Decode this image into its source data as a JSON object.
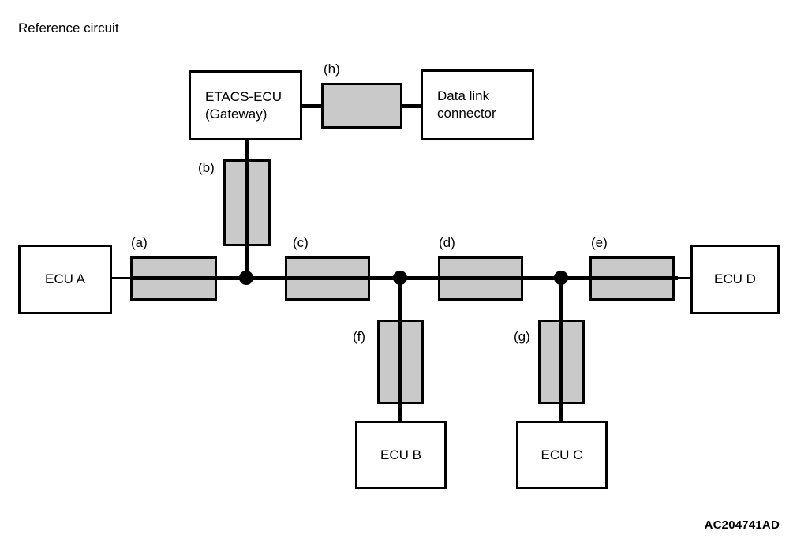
{
  "title": "Reference circuit",
  "watermark": "AC204741AD",
  "colors": {
    "shade_fill": "#c9c9c9",
    "line": "#000000",
    "background": "#ffffff"
  },
  "boxes": {
    "etacs_ecu": "ETACS-ECU\n(Gateway)",
    "data_link_connector": "Data link\nconnector",
    "ecu_a": "ECU A",
    "ecu_b": "ECU B",
    "ecu_c": "ECU C",
    "ecu_d": "ECU D"
  },
  "callouts": {
    "a": "(a)",
    "b": "(b)",
    "c": "(c)",
    "d": "(d)",
    "e": "(e)",
    "f": "(f)",
    "g": "(g)",
    "h": "(h)"
  },
  "diagram_data": {
    "type": "diagram",
    "description": "CAN bus reference circuit: ETACS-ECU gateway connects to data link connector and to a main bus trunk linking ECU A, ECU B, ECU C and ECU D through shaded harness segments (a)-(h).",
    "nodes": [
      {
        "id": "etacs_ecu",
        "label": "ETACS-ECU (Gateway)",
        "kind": "module"
      },
      {
        "id": "data_link_connector",
        "label": "Data link connector",
        "kind": "connector"
      },
      {
        "id": "ecu_a",
        "label": "ECU A",
        "kind": "module"
      },
      {
        "id": "ecu_b",
        "label": "ECU B",
        "kind": "module"
      },
      {
        "id": "ecu_c",
        "label": "ECU C",
        "kind": "module"
      },
      {
        "id": "ecu_d",
        "label": "ECU D",
        "kind": "module"
      }
    ],
    "harness_segments": [
      {
        "id": "a",
        "label": "(a)",
        "orientation": "horizontal",
        "between": [
          "ecu_a",
          "junction_1"
        ]
      },
      {
        "id": "b",
        "label": "(b)",
        "orientation": "vertical",
        "between": [
          "etacs_ecu",
          "junction_1"
        ]
      },
      {
        "id": "c",
        "label": "(c)",
        "orientation": "horizontal",
        "between": [
          "junction_1",
          "junction_2"
        ]
      },
      {
        "id": "d",
        "label": "(d)",
        "orientation": "horizontal",
        "between": [
          "junction_2",
          "junction_3"
        ]
      },
      {
        "id": "e",
        "label": "(e)",
        "orientation": "horizontal",
        "between": [
          "junction_3",
          "ecu_d"
        ]
      },
      {
        "id": "f",
        "label": "(f)",
        "orientation": "vertical",
        "between": [
          "junction_2",
          "ecu_b"
        ]
      },
      {
        "id": "g",
        "label": "(g)",
        "orientation": "vertical",
        "between": [
          "junction_3",
          "ecu_c"
        ]
      },
      {
        "id": "h",
        "label": "(h)",
        "orientation": "horizontal",
        "between": [
          "etacs_ecu",
          "data_link_connector"
        ]
      }
    ],
    "junctions": [
      {
        "id": "junction_1",
        "connects": [
          "a",
          "b",
          "c"
        ]
      },
      {
        "id": "junction_2",
        "connects": [
          "c",
          "d",
          "f"
        ]
      },
      {
        "id": "junction_3",
        "connects": [
          "d",
          "e",
          "g"
        ]
      }
    ]
  }
}
